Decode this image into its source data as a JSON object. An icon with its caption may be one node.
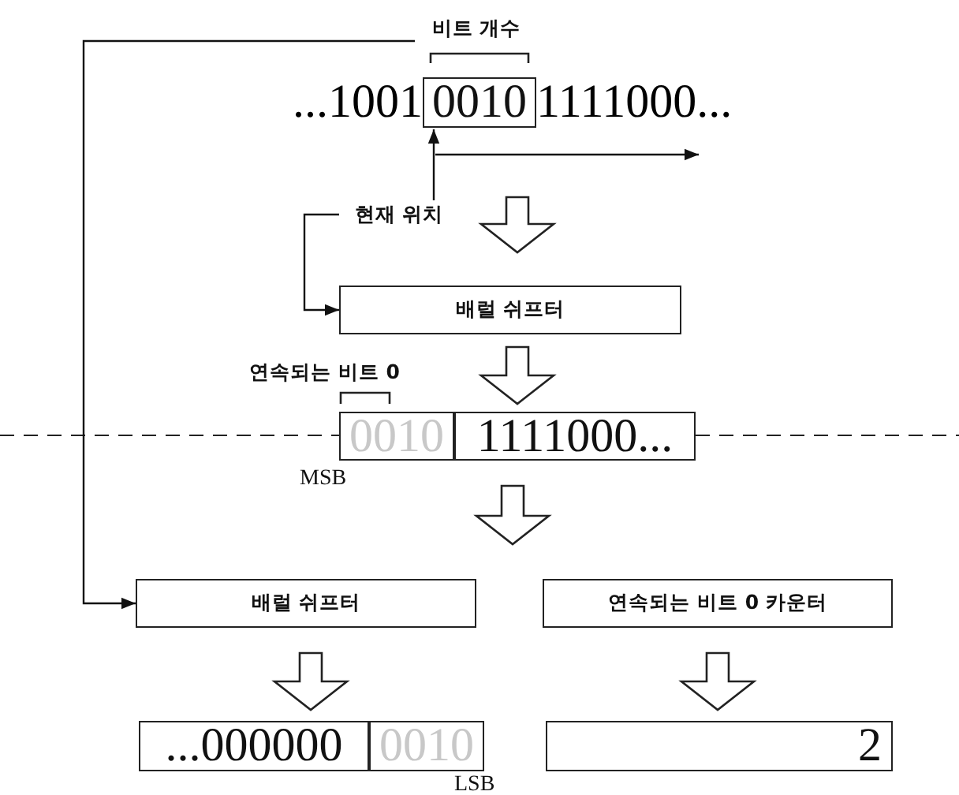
{
  "diagram": {
    "nodes": [
      {
        "text": [
          "비트 개수"
        ]
      },
      {
        "text": [
          "0010"
        ],
        "beside": [
          "...1001",
          "1111000..."
        ]
      },
      {
        "text": [
          "현재 위치"
        ]
      },
      {
        "text": [
          "배럴 쉬프터"
        ]
      },
      {
        "text": [
          "0010"
        ]
      },
      {
        "text": [
          "1111000..."
        ]
      },
      {
        "text": [
          "배럴 쉬프터"
        ]
      },
      {
        "text": [
          "연속되는 비트 0 카운터"
        ]
      },
      {
        "text": [
          "...000000"
        ]
      },
      {
        "text": [
          "0010"
        ]
      },
      {
        "text": [
          "2"
        ]
      }
    ],
    "edges": [
      {
        "from": 0,
        "to": 6,
        "arrow": "to"
      },
      {
        "from": 2,
        "to": 1,
        "arrow": "to"
      },
      {
        "from": 2,
        "to": 3,
        "arrow": "to"
      },
      {
        "from": 1,
        "to": 3,
        "arrow": "to",
        "style": "thick"
      },
      {
        "from": 3,
        "to": 5,
        "arrow": "to",
        "style": "thick"
      },
      {
        "from": 5,
        "to": 6,
        "arrow": "to",
        "style": "thick"
      },
      {
        "from": 5,
        "to": 7,
        "arrow": "to",
        "style": "thick"
      },
      {
        "from": 6,
        "to": 8,
        "arrow": "to",
        "style": "thick"
      },
      {
        "from": 7,
        "to": 10,
        "arrow": "to",
        "style": "thick"
      }
    ],
    "labels": [
      "연속되는 비트 0",
      "MSB",
      "LSB"
    ]
  }
}
